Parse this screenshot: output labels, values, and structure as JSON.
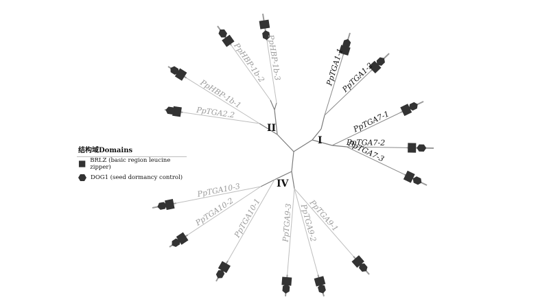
{
  "legend": {
    "title": "结构域Domains",
    "items": [
      {
        "shape": "square",
        "label": "BRLZ (basic region leucine zipper)"
      },
      {
        "shape": "hexagon",
        "label": "DOG1 (seed dormancy control)"
      }
    ]
  },
  "clades": [
    "I",
    "II",
    "IV"
  ],
  "leaves": [
    {
      "name": "PpHBP-1b-3",
      "group": "gray",
      "domains": [
        "hexagon",
        "square"
      ]
    },
    {
      "name": "PpHBP-1b-2",
      "group": "gray",
      "domains": [
        "square",
        "hexagon"
      ]
    },
    {
      "name": "PpHBP-1b-1",
      "group": "gray",
      "domains": [
        "square",
        "hexagon"
      ]
    },
    {
      "name": "PpTGA2.2",
      "group": "gray",
      "domains": [
        "square",
        "hexagon"
      ]
    },
    {
      "name": "PpTGA1-1",
      "group": "black",
      "domains": [
        "square",
        "hexagon"
      ]
    },
    {
      "name": "PpTGA1-2",
      "group": "black",
      "domains": [
        "square",
        "hexagon"
      ]
    },
    {
      "name": "PpTGA7-1",
      "group": "black",
      "domains": [
        "square",
        "hexagon"
      ]
    },
    {
      "name": "PpTGA7-2",
      "group": "black",
      "domains": [
        "square",
        "hexagon"
      ]
    },
    {
      "name": "PpTGA7-3",
      "group": "black",
      "domains": [
        "square",
        "hexagon"
      ]
    },
    {
      "name": "PpTGA10-3",
      "group": "gray",
      "domains": [
        "square",
        "hexagon"
      ]
    },
    {
      "name": "PpTGA10-2",
      "group": "gray",
      "domains": [
        "square",
        "hexagon"
      ]
    },
    {
      "name": "PpTGA10-1",
      "group": "gray",
      "domains": [
        "square",
        "hexagon"
      ]
    },
    {
      "name": "PpTGA9-3",
      "group": "gray",
      "domains": [
        "square",
        "hexagon"
      ]
    },
    {
      "name": "PpTGA9-2",
      "group": "gray",
      "domains": [
        "square",
        "hexagon"
      ]
    },
    {
      "name": "PpTGA9-1",
      "group": "gray",
      "domains": [
        "square",
        "hexagon"
      ]
    }
  ]
}
